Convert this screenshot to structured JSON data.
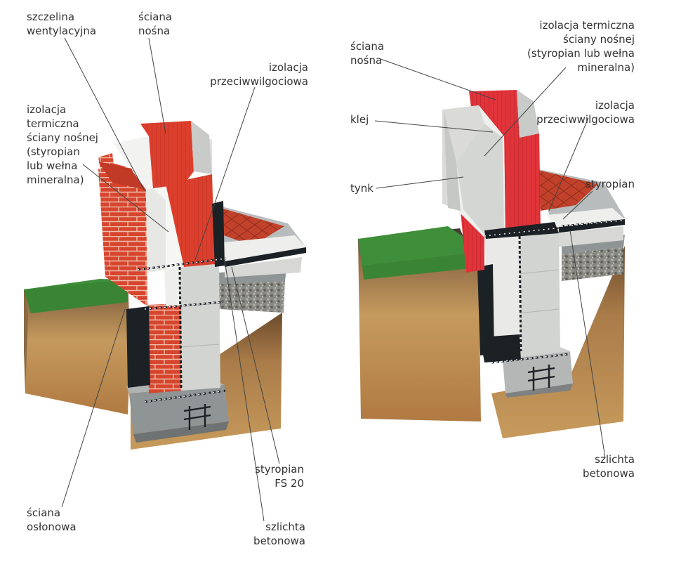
{
  "left_diagram": {
    "labels": {
      "szczelina": [
        "szczelina",
        "wentylacyjna"
      ],
      "sciana_nosna": [
        "ściana",
        "nośna"
      ],
      "izolacja_wilg": [
        "izolacja",
        "przeciwwilgociowa"
      ],
      "izolacja_term": [
        "izolacja",
        "termiczna",
        "ściany nośnej",
        "(styropian",
        "lub wełna",
        "mineralna)"
      ],
      "styropian_fs": [
        "styropian",
        "FS 20"
      ],
      "sciana_oslonowa": [
        "ściana",
        "osłonowa"
      ],
      "szlichta": [
        "szlichta",
        "betonowa"
      ]
    }
  },
  "right_diagram": {
    "labels": {
      "sciana_nosna": [
        "ściana",
        "nośna"
      ],
      "izolacja_term": [
        "izolacja termiczna",
        "ściany nośnej",
        "(styropian lub wełna",
        "mineralna)"
      ],
      "klej": [
        "klej"
      ],
      "izolacja_wilg": [
        "izolacja",
        "przeciwwilgociowa"
      ],
      "tynk": [
        "tynk"
      ],
      "styropian": [
        "styropian"
      ],
      "szlichta": [
        "szlichta",
        "betonowa"
      ]
    }
  },
  "colors": {
    "brick": "#d8452f",
    "brick_dark": "#a92e1f",
    "mortar": "#e8c8b4",
    "insulation_white": "#f2f2f0",
    "concrete": "#c9cccc",
    "concrete_dark": "#8f9494",
    "waterproof": "#1c2126",
    "grass": "#3f8f3a",
    "soil": "#c59a5e",
    "soil_dark": "#6e4a2a",
    "tile": "#c2412a",
    "label_text": "#333333",
    "leader": "#444444"
  },
  "icons": {
    "brick": "brick-wall",
    "foundation": "foundation-block",
    "rebar": "rebar-cage"
  }
}
